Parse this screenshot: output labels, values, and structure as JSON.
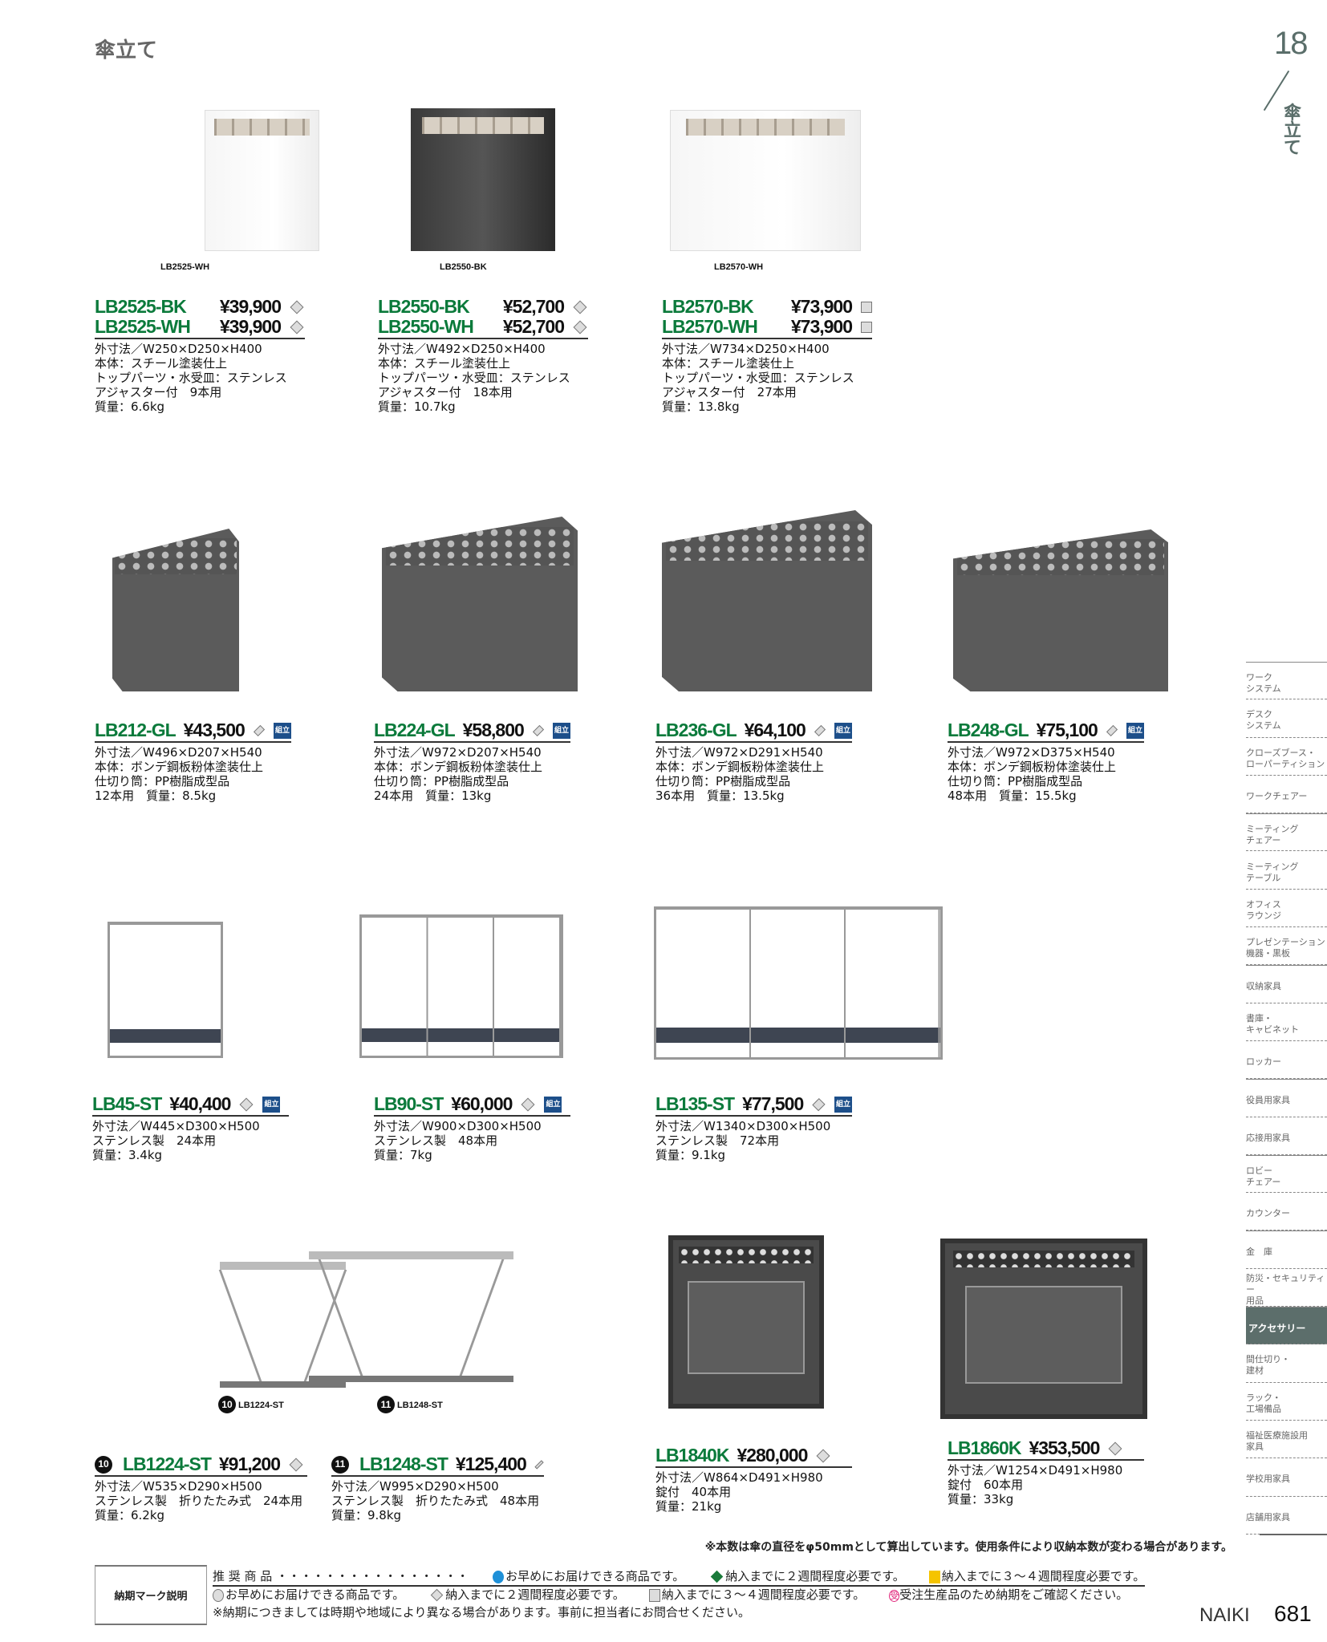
{
  "page": {
    "title": "傘立て",
    "section_number": "18",
    "section_name": "傘立て",
    "brand": "NAIKI",
    "page_number": "681"
  },
  "colors": {
    "model": "#0b7a3b",
    "badge": "#1d4f8a",
    "sidebar_active": "#5c6e6b"
  },
  "products": [
    {
      "id": "lb2525",
      "models": [
        {
          "model": "LB2525-BK",
          "price": "¥39,900",
          "mark": "diamond"
        },
        {
          "model": "LB2525-WH",
          "price": "¥39,900",
          "mark": "diamond"
        }
      ],
      "caption": "LB2525-WH",
      "specs": [
        "外寸法／W250×D250×H400",
        "本体：スチール塗装仕上",
        "トップパーツ・水受皿：ステンレス",
        "アジャスター付　9本用",
        "質量：6.6kg"
      ],
      "visual": "white"
    },
    {
      "id": "lb2550",
      "models": [
        {
          "model": "LB2550-BK",
          "price": "¥52,700",
          "mark": "diamond"
        },
        {
          "model": "LB2550-WH",
          "price": "¥52,700",
          "mark": "diamond"
        }
      ],
      "caption": "LB2550-BK",
      "specs": [
        "外寸法／W492×D250×H400",
        "本体：スチール塗装仕上",
        "トップパーツ・水受皿：ステンレス",
        "アジャスター付　18本用",
        "質量：10.7kg"
      ],
      "visual": "black"
    },
    {
      "id": "lb2570",
      "models": [
        {
          "model": "LB2570-BK",
          "price": "¥73,900",
          "mark": "square"
        },
        {
          "model": "LB2570-WH",
          "price": "¥73,900",
          "mark": "square"
        }
      ],
      "caption": "LB2570-WH",
      "specs": [
        "外寸法／W734×D250×H400",
        "本体：スチール塗装仕上",
        "トップパーツ・水受皿：ステンレス",
        "アジャスター付　27本用",
        "質量：13.8kg"
      ],
      "visual": "white"
    },
    {
      "id": "lb212",
      "models": [
        {
          "model": "LB212-GL",
          "price": "¥43,500",
          "mark": "diamond",
          "badge": "組立"
        }
      ],
      "specs": [
        "外寸法／W496×D207×H540",
        "本体：ボンデ鋼板粉体塗装仕上",
        "仕切り筒：PP樹脂成型品",
        "12本用　質量：8.5kg"
      ],
      "visual": "slant"
    },
    {
      "id": "lb224",
      "models": [
        {
          "model": "LB224-GL",
          "price": "¥58,800",
          "mark": "diamond",
          "badge": "組立"
        }
      ],
      "specs": [
        "外寸法／W972×D207×H540",
        "本体：ボンデ鋼板粉体塗装仕上",
        "仕切り筒：PP樹脂成型品",
        "24本用　質量：13kg"
      ],
      "visual": "slant"
    },
    {
      "id": "lb236",
      "models": [
        {
          "model": "LB236-GL",
          "price": "¥64,100",
          "mark": "diamond",
          "badge": "組立"
        }
      ],
      "specs": [
        "外寸法／W972×D291×H540",
        "本体：ボンデ鋼板粉体塗装仕上",
        "仕切り筒：PP樹脂成型品",
        "36本用　質量：13.5kg"
      ],
      "visual": "slant"
    },
    {
      "id": "lb248",
      "models": [
        {
          "model": "LB248-GL",
          "price": "¥75,100",
          "mark": "diamond",
          "badge": "組立"
        }
      ],
      "specs": [
        "外寸法／W972×D375×H540",
        "本体：ボンデ鋼板粉体塗装仕上",
        "仕切り筒：PP樹脂成型品",
        "48本用　質量：15.5kg"
      ],
      "visual": "slant"
    },
    {
      "id": "lb45",
      "models": [
        {
          "model": "LB45-ST",
          "price": "¥40,400",
          "mark": "diamond",
          "badge": "組立"
        }
      ],
      "specs": [
        "外寸法／W445×D300×H500",
        "ステンレス製　24本用",
        "質量：3.4kg"
      ],
      "visual": "frame"
    },
    {
      "id": "lb90",
      "models": [
        {
          "model": "LB90-ST",
          "price": "¥60,000",
          "mark": "diamond",
          "badge": "組立"
        }
      ],
      "specs": [
        "外寸法／W900×D300×H500",
        "ステンレス製　48本用",
        "質量：7kg"
      ],
      "visual": "frame"
    },
    {
      "id": "lb135",
      "models": [
        {
          "model": "LB135-ST",
          "price": "¥77,500",
          "mark": "diamond",
          "badge": "組立"
        }
      ],
      "specs": [
        "外寸法／W1340×D300×H500",
        "ステンレス製　72本用",
        "質量：9.1kg"
      ],
      "visual": "frame"
    },
    {
      "id": "lb1224",
      "number": "10",
      "models": [
        {
          "model": "LB1224-ST",
          "price": "¥91,200",
          "mark": "diamond"
        }
      ],
      "caption": "LB1224-ST",
      "specs": [
        "外寸法／W535×D290×H500",
        "ステンレス製　折りたたみ式　24本用",
        "質量：6.2kg"
      ],
      "visual": "fold"
    },
    {
      "id": "lb1248",
      "number": "11",
      "models": [
        {
          "model": "LB1248-ST",
          "price": "¥125,400",
          "mark": "diamond"
        }
      ],
      "caption": "LB1248-ST",
      "specs": [
        "外寸法／W995×D290×H500",
        "ステンレス製　折りたたみ式　48本用",
        "質量：9.8kg"
      ],
      "visual": "fold"
    },
    {
      "id": "lb1840k",
      "models": [
        {
          "model": "LB1840K",
          "price": "¥280,000",
          "mark": "diamond"
        }
      ],
      "specs": [
        "外寸法／W864×D491×H980",
        "錠付　40本用",
        "質量：21kg"
      ],
      "visual": "cab"
    },
    {
      "id": "lb1860k",
      "models": [
        {
          "model": "LB1860K",
          "price": "¥353,500",
          "mark": "diamond"
        }
      ],
      "specs": [
        "外寸法／W1254×D491×H980",
        "錠付　60本用",
        "質量：33kg"
      ],
      "visual": "cab"
    }
  ],
  "sidebar": {
    "items": [
      {
        "label": "ワーク\nシステム"
      },
      {
        "label": "デスク\nシステム"
      },
      {
        "label": "クローズブース・\nローパーティション"
      },
      {
        "label": "ワークチェアー"
      },
      {
        "label": "ミーティング\nチェアー"
      },
      {
        "label": "ミーティング\nテーブル"
      },
      {
        "label": "オフィス\nラウンジ"
      },
      {
        "label": "プレゼンテーション\n機器・黒板"
      },
      {
        "label": "収納家具"
      },
      {
        "label": "書庫・\nキャビネット"
      },
      {
        "label": "ロッカー"
      },
      {
        "label": "役員用家具"
      },
      {
        "label": "応接用家具"
      },
      {
        "label": "ロビー\nチェアー"
      },
      {
        "label": "カウンター"
      },
      {
        "label": "金　庫"
      },
      {
        "label": "防災・セキュリティー\n用品"
      },
      {
        "label": "アクセサリー",
        "active": true
      },
      {
        "label": "間仕切り・\n建材"
      },
      {
        "label": "ラック・\n工場備品"
      },
      {
        "label": "福祉医療施設用\n家具"
      },
      {
        "label": "学校用家具"
      },
      {
        "label": "店舗用家具"
      }
    ]
  },
  "note": "※本数は傘の直径をφ50mmとして算出しています。使用条件により収納本数が変わる場合があります。",
  "legend": {
    "title": "納期マーク説明",
    "recommended": "推 奨 商 品 ・・・・・・・・・・・・・・・・",
    "row1": [
      {
        "icon": "blue-circle",
        "color": "#1e90d8",
        "text": "お早めにお届けできる商品です。"
      },
      {
        "icon": "green-diamond",
        "color": "#1a7a3a",
        "text": "納入までに２週間程度必要です。"
      },
      {
        "icon": "yellow-square",
        "color": "#f5c400",
        "text": "納入までに３〜４週間程度必要です。"
      }
    ],
    "row2": [
      {
        "icon": "gray-circle",
        "color": "#ddd",
        "text": "お早めにお届けできる商品です。"
      },
      {
        "icon": "gray-diamond",
        "color": "#ddd",
        "text": "納入までに２週間程度必要です。"
      },
      {
        "icon": "gray-square",
        "color": "#ddd",
        "text": "納入までに３〜４週間程度必要です。"
      },
      {
        "icon": "made-to-order-mark",
        "color": "#e0247a",
        "symbol": "受",
        "text": "受注生産品のため納期をご確認ください。"
      }
    ],
    "footnote": "※納期につきましては時期や地域により異なる場合があります。事前に担当者にお問合せください。"
  }
}
